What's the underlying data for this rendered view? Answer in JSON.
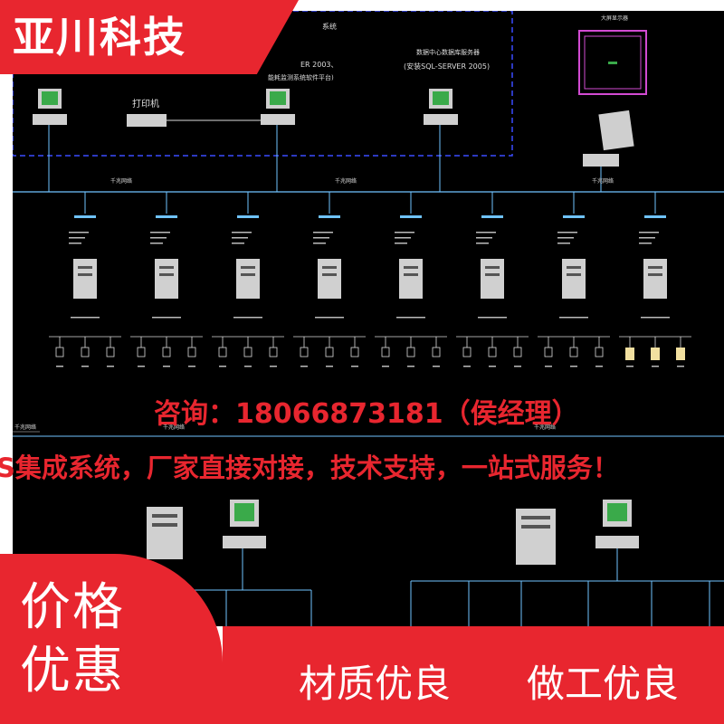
{
  "brand": {
    "name": "亚川科技"
  },
  "diagram": {
    "top_labels": {
      "server_title_left": "系统",
      "server_os_left": "ER 2003、",
      "server_sub_left": "能耗监测系统软件平台)",
      "server_title_right": "数据中心数据库服务器",
      "server_os_right": "(安装SQL-SERVER 2005)",
      "printer": "打印机",
      "display_title": "大屏显示器"
    },
    "switch_label": "千兆网络",
    "node_count": 8,
    "bottom_switch_labels": [
      "千兆网络",
      "千兆网络",
      "千兆网络"
    ]
  },
  "overlay": {
    "consult": "咨询：18066873181（侯经理）",
    "slogan": "S集成系统，厂家直接对接，技术支持，一站式服务！"
  },
  "price_badge": {
    "line1": "价格",
    "line2": "优惠"
  },
  "quality": {
    "left": "材质优良",
    "right": "做工优良"
  },
  "colors": {
    "accent": "#e8262f",
    "cad_bg": "#000000",
    "wire": "#6fc3ff",
    "device": "#d9d9d9",
    "magenta": "#d24bd2"
  }
}
